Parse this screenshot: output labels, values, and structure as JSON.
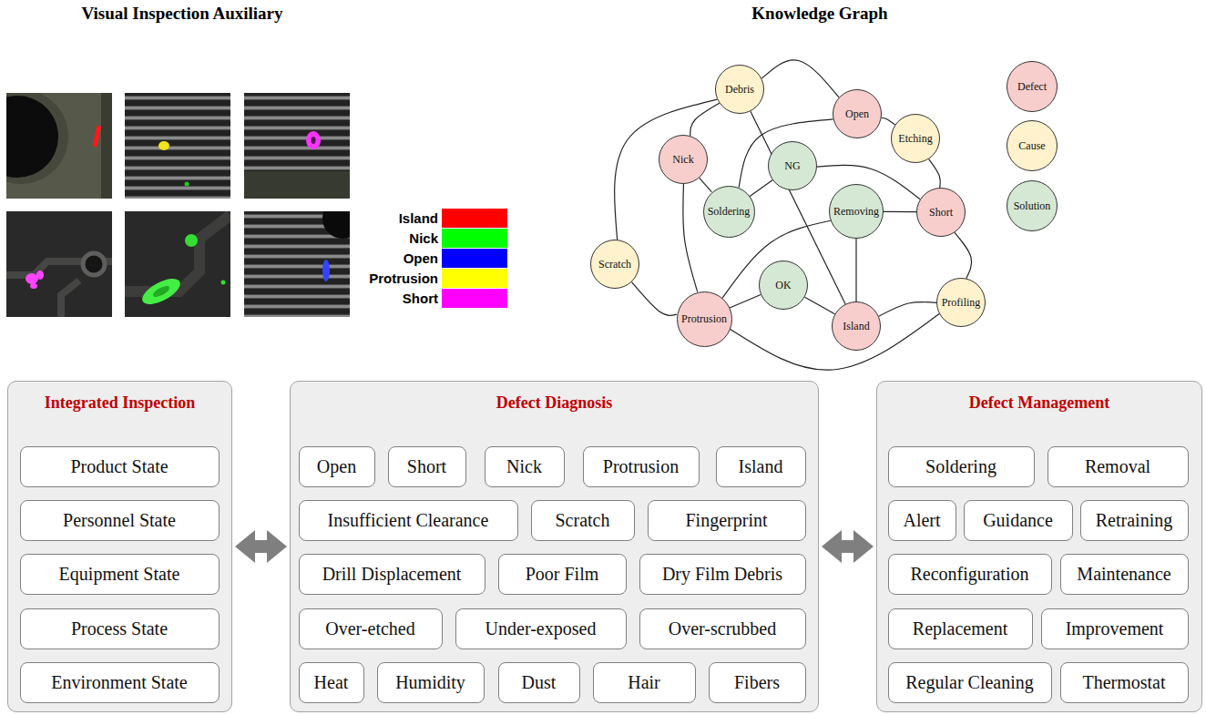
{
  "diagram": {
    "nodes": [
      {
        "text": [
          "Debris"
        ]
      },
      {
        "text": [
          "Open"
        ]
      },
      {
        "text": [
          "Etching"
        ]
      },
      {
        "text": [
          "Nick"
        ]
      },
      {
        "text": [
          "NG"
        ]
      },
      {
        "text": [
          "Soldering"
        ]
      },
      {
        "text": [
          "Removing"
        ]
      },
      {
        "text": [
          "Short"
        ]
      },
      {
        "text": [
          "Scratch"
        ]
      },
      {
        "text": [
          "OK"
        ]
      },
      {
        "text": [
          "Protrusion"
        ]
      },
      {
        "text": [
          "Island"
        ]
      },
      {
        "text": [
          "Profiling"
        ]
      },
      {
        "text": [
          "Integrated Inspection"
        ]
      },
      {
        "text": [
          "Product State"
        ],
        "in": 13
      },
      {
        "text": [
          "Personnel State"
        ],
        "in": 13
      },
      {
        "text": [
          "Equipment State"
        ],
        "in": 13
      },
      {
        "text": [
          "Process State"
        ],
        "in": 13
      },
      {
        "text": [
          "Environment State"
        ],
        "in": 13
      },
      {
        "text": [
          "Defect Diagnosis"
        ]
      },
      {
        "text": [
          "Open"
        ],
        "in": 19
      },
      {
        "text": [
          "Short"
        ],
        "in": 19
      },
      {
        "text": [
          "Nick"
        ],
        "in": 19
      },
      {
        "text": [
          "Protrusion"
        ],
        "in": 19
      },
      {
        "text": [
          "Island"
        ],
        "in": 19
      },
      {
        "text": [
          "Insufficient Clearance"
        ],
        "in": 19
      },
      {
        "text": [
          "Scratch"
        ],
        "in": 19
      },
      {
        "text": [
          "Fingerprint"
        ],
        "in": 19
      },
      {
        "text": [
          "Drill Displacement"
        ],
        "in": 19
      },
      {
        "text": [
          "Poor Film"
        ],
        "in": 19
      },
      {
        "text": [
          "Dry Film Debris"
        ],
        "in": 19
      },
      {
        "text": [
          "Over-etched"
        ],
        "in": 19
      },
      {
        "text": [
          "Under-exposed"
        ],
        "in": 19
      },
      {
        "text": [
          "Over-scrubbed"
        ],
        "in": 19
      },
      {
        "text": [
          "Heat"
        ],
        "in": 19
      },
      {
        "text": [
          "Humidity"
        ],
        "in": 19
      },
      {
        "text": [
          "Dust"
        ],
        "in": 19
      },
      {
        "text": [
          "Hair"
        ],
        "in": 19
      },
      {
        "text": [
          "Fibers"
        ],
        "in": 19
      },
      {
        "text": [
          "Defect Management"
        ]
      },
      {
        "text": [
          "Soldering"
        ],
        "in": 39
      },
      {
        "text": [
          "Removal"
        ],
        "in": 39
      },
      {
        "text": [
          "Alert"
        ],
        "in": 39
      },
      {
        "text": [
          "Guidance"
        ],
        "in": 39
      },
      {
        "text": [
          "Retraining"
        ],
        "in": 39
      },
      {
        "text": [
          "Reconfiguration"
        ],
        "in": 39
      },
      {
        "text": [
          "Maintenance"
        ],
        "in": 39
      },
      {
        "text": [
          "Replacement"
        ],
        "in": 39
      },
      {
        "text": [
          "Improvement"
        ],
        "in": 39
      },
      {
        "text": [
          "Regular Cleaning"
        ],
        "in": 39
      },
      {
        "text": [
          "Thermostat"
        ],
        "in": 39
      }
    ],
    "edges": [
      {
        "from": 0,
        "to": 1,
        "arrow": "none"
      },
      {
        "from": 1,
        "to": 2,
        "arrow": "none"
      },
      {
        "from": 2,
        "to": 7,
        "arrow": "none"
      },
      {
        "from": 1,
        "to": 5,
        "arrow": "none"
      },
      {
        "from": 3,
        "to": 5,
        "arrow": "none"
      },
      {
        "from": 0,
        "to": 3,
        "arrow": "none"
      },
      {
        "from": 0,
        "to": 11,
        "arrow": "none"
      },
      {
        "from": 4,
        "to": 7,
        "arrow": "none"
      },
      {
        "from": 6,
        "to": 7,
        "arrow": "none"
      },
      {
        "from": 6,
        "to": 10,
        "arrow": "none"
      },
      {
        "from": 6,
        "to": 11,
        "arrow": "none"
      },
      {
        "from": 7,
        "to": 12,
        "arrow": "none"
      },
      {
        "from": 12,
        "to": 11,
        "arrow": "none"
      },
      {
        "from": 8,
        "to": 10,
        "arrow": "none"
      },
      {
        "from": 8,
        "to": 0,
        "arrow": "none"
      },
      {
        "from": 10,
        "to": 9,
        "arrow": "none"
      },
      {
        "from": 9,
        "to": 11,
        "arrow": "none"
      },
      {
        "from": 10,
        "to": 12,
        "arrow": "none"
      },
      {
        "from": 3,
        "to": 10,
        "arrow": "none"
      },
      {
        "from": 4,
        "to": 5,
        "arrow": "none"
      },
      {
        "from": 13,
        "to": 19,
        "arrow": "both"
      },
      {
        "from": 19,
        "to": 39,
        "arrow": "both"
      }
    ],
    "labels": [
      "Visual Inspection Auxiliary",
      "Knowledge Graph"
    ],
    "legend": [
      {
        "text": "Island",
        "color": "#ff0000"
      },
      {
        "text": "Nick",
        "color": "#00ff00"
      },
      {
        "text": "Open",
        "color": "#0000ff"
      },
      {
        "text": "Protrusion",
        "color": "#ffff00"
      },
      {
        "text": "Short",
        "color": "#ff00ff"
      },
      {
        "text": "Defect",
        "color": "#f8cecc"
      },
      {
        "text": "Cause",
        "color": "#fff2cc"
      },
      {
        "text": "Solution",
        "color": "#d5e8d4"
      }
    ]
  }
}
